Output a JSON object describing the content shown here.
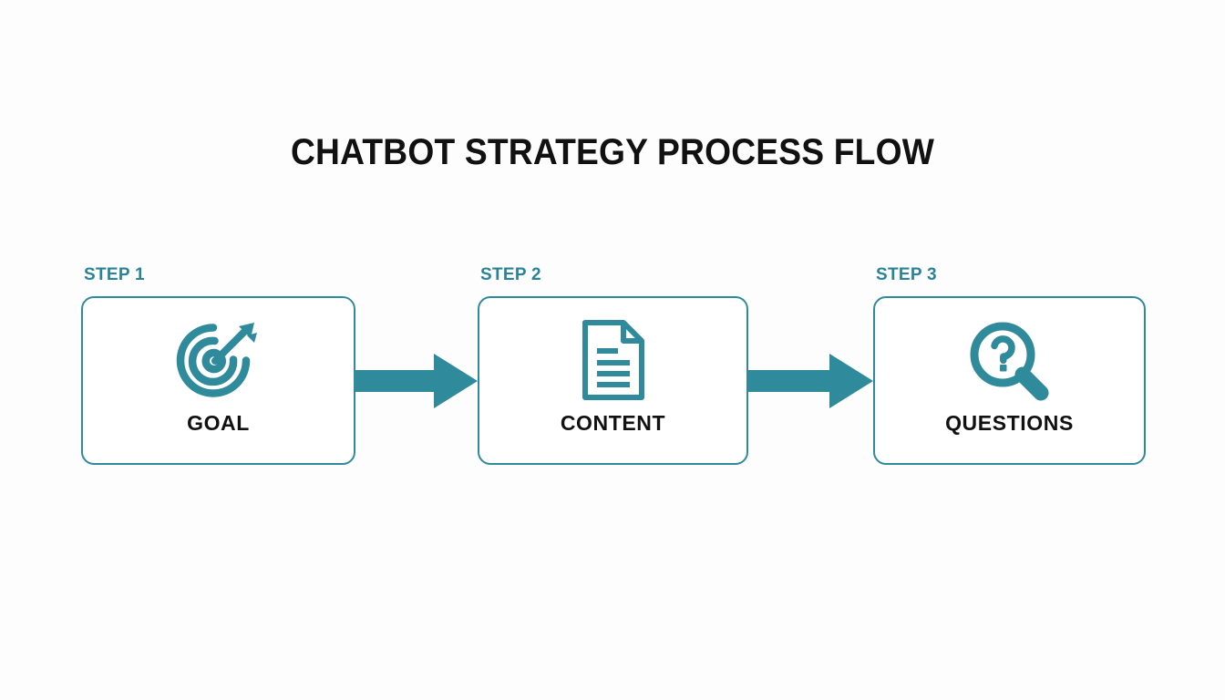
{
  "diagram": {
    "title": "CHATBOT STRATEGY PROCESS FLOW",
    "accent_color": "#2f8b9c",
    "title_color": "#111111",
    "background_color": "#fdfdfd",
    "steps": [
      {
        "step_label": "STEP 1",
        "name": "GOAL",
        "icon": "target-arrow-icon"
      },
      {
        "step_label": "STEP 2",
        "name": "CONTENT",
        "icon": "document-lines-icon"
      },
      {
        "step_label": "STEP 3",
        "name": "QUESTIONS",
        "icon": "magnifier-question-icon"
      }
    ],
    "connectors": [
      {
        "icon": "arrow-right-icon"
      },
      {
        "icon": "arrow-right-icon"
      }
    ]
  }
}
